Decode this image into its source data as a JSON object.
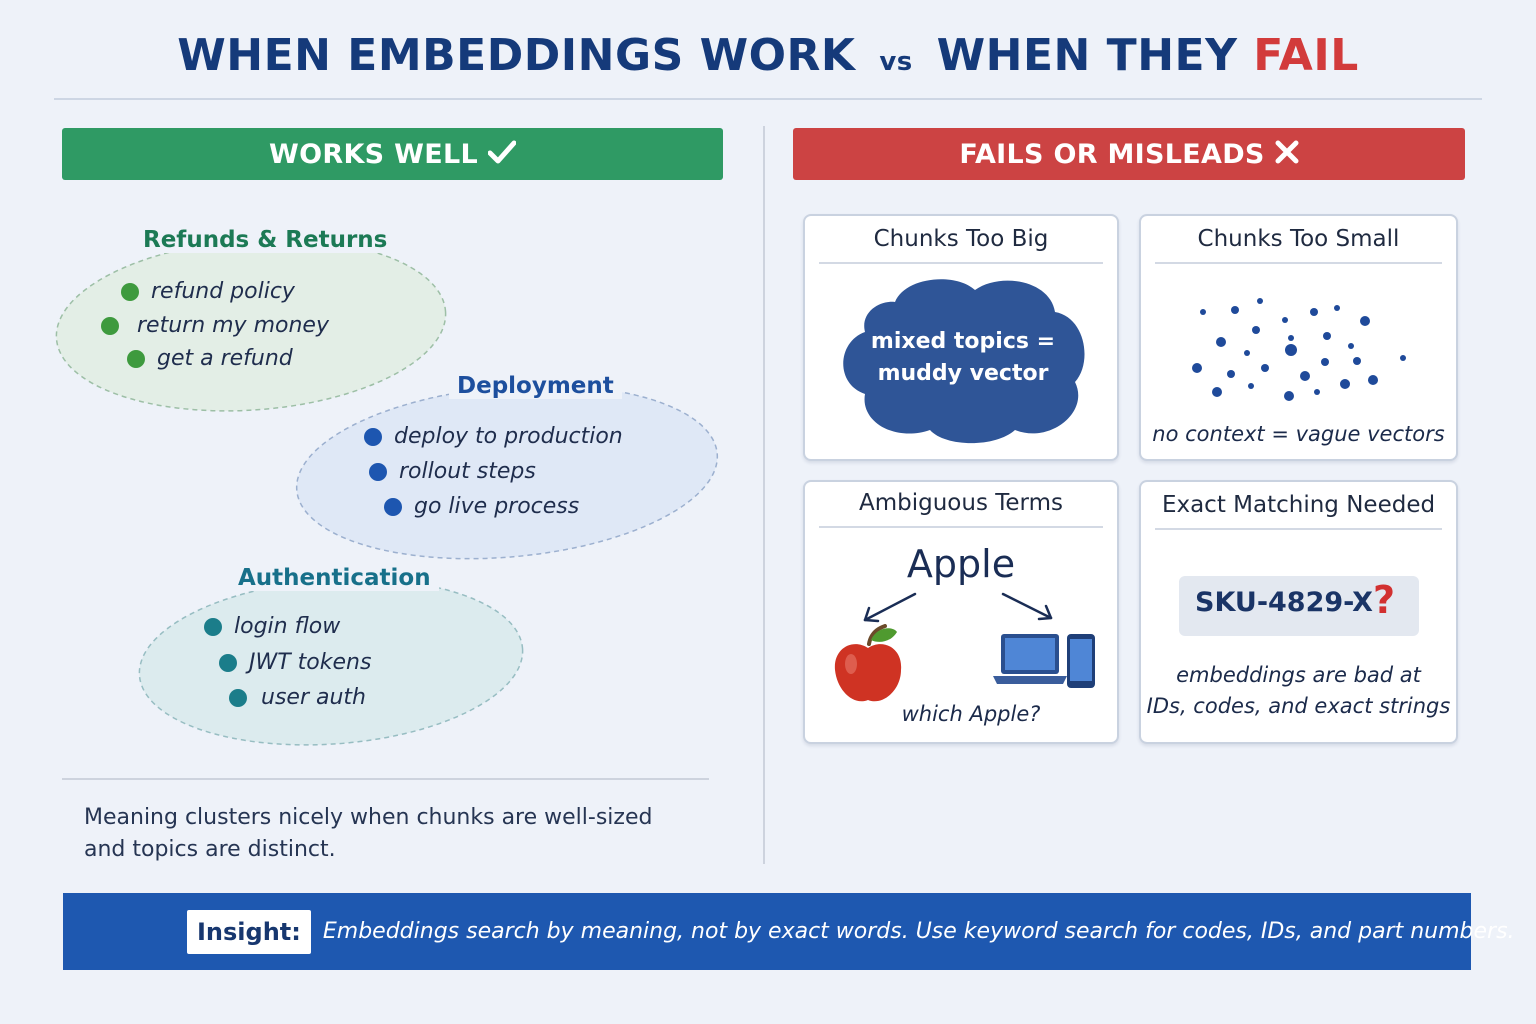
{
  "title": {
    "part1": "WHEN EMBEDDINGS WORK",
    "vs": "vs",
    "part2": "WHEN THEY",
    "fail": "FAIL"
  },
  "left": {
    "banner": "WORKS WELL",
    "clusters": [
      {
        "title": "Refunds & Returns",
        "items": [
          "refund policy",
          "return my money",
          "get a refund"
        ]
      },
      {
        "title": "Deployment",
        "items": [
          "deploy to production",
          "rollout steps",
          "go live process"
        ]
      },
      {
        "title": "Authentication",
        "items": [
          "login flow",
          "JWT tokens",
          "user auth"
        ]
      }
    ],
    "caption_line1": "Meaning clusters nicely when chunks are well-sized",
    "caption_line2": "and topics are distinct."
  },
  "right": {
    "banner": "FAILS OR MISLEADS",
    "cards": {
      "too_big": {
        "title": "Chunks Too Big",
        "blob_line1": "mixed topics =",
        "blob_line2": "muddy vector"
      },
      "too_small": {
        "title": "Chunks Too Small",
        "caption": "no context = vague vectors"
      },
      "ambiguous": {
        "title": "Ambiguous Terms",
        "word": "Apple",
        "caption": "which Apple?"
      },
      "exact": {
        "title": "Exact Matching Needed",
        "sku": "SKU-4829-X",
        "caption_line1": "embeddings are bad at",
        "caption_line2": "IDs, codes, and exact strings"
      }
    }
  },
  "insight": {
    "label": "Insight:",
    "text": "Embeddings search by meaning, not by exact words. Use keyword search for codes, IDs, and part numbers."
  },
  "icons": {
    "works": "checkmark-icon",
    "fails": "x-mark-icon",
    "fruit": "apple-fruit-icon",
    "device": "laptop-phone-icon",
    "question": "question-mark-icon"
  },
  "colors": {
    "works_green": "#2f9a64",
    "fails_red": "#cc4343",
    "title_blue": "#153a7a",
    "cluster_green": "#3e9a3e",
    "cluster_blue": "#1d56b0",
    "cluster_teal": "#1b7d8a",
    "insight_blue": "#1e58b0"
  }
}
